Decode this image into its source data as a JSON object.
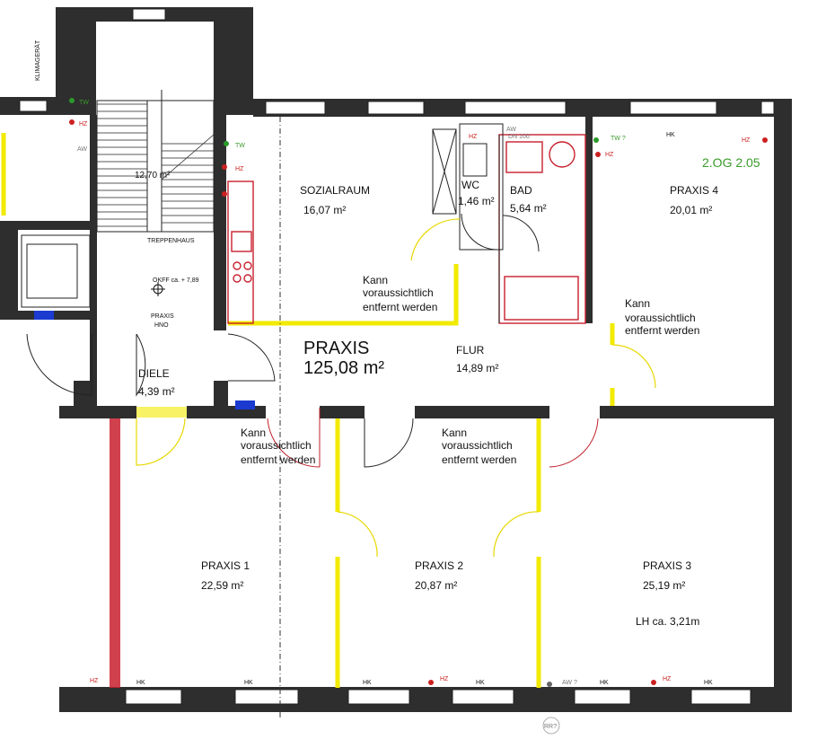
{
  "plan": {
    "floor_label": "2.OG 2.05",
    "total": {
      "name": "PRAXIS",
      "area": "125,08 m²"
    },
    "rooms": [
      {
        "id": "sozialraum",
        "name": "SOZIALRAUM",
        "area": "16,07 m²"
      },
      {
        "id": "wc",
        "name": "WC",
        "area": "1,46 m²"
      },
      {
        "id": "bad",
        "name": "BAD",
        "area": "5,64 m²"
      },
      {
        "id": "praxis4",
        "name": "PRAXIS 4",
        "area": "20,01 m²"
      },
      {
        "id": "flur",
        "name": "FLUR",
        "area": "14,89 m²"
      },
      {
        "id": "diele",
        "name": "DIELE",
        "area": "4,39 m²"
      },
      {
        "id": "praxis1",
        "name": "PRAXIS 1",
        "area": "22,59 m²"
      },
      {
        "id": "praxis2",
        "name": "PRAXIS 2",
        "area": "20,87 m²"
      },
      {
        "id": "praxis3",
        "name": "PRAXIS 3",
        "area": "25,19 m²"
      }
    ],
    "stair_area": "12,70 m²",
    "treppenhaus": "TREPPENHAUS",
    "okff": "OKFF ca. + 7,89",
    "praxis_hno": [
      "PRAXIS",
      "HNO"
    ],
    "ceiling_height": "LH  ca. 3,21m",
    "removal_note": [
      "Kann",
      "voraussichtlich",
      "entfernt werden"
    ],
    "annotations": {
      "klimagerat": "KLIMAGERÄT",
      "tw": "TW",
      "hz": "HZ",
      "aw": "AW",
      "hk": "HK",
      "dn": "DN 100",
      "tw_q": "TW ?",
      "aw_q": "AW ?",
      "rr": "RR?"
    },
    "colors": {
      "wall": "#2e2e2e",
      "removable": "#f2ea00",
      "sanitary": "#c8202e",
      "floor_label": "#3a9a2a"
    }
  }
}
